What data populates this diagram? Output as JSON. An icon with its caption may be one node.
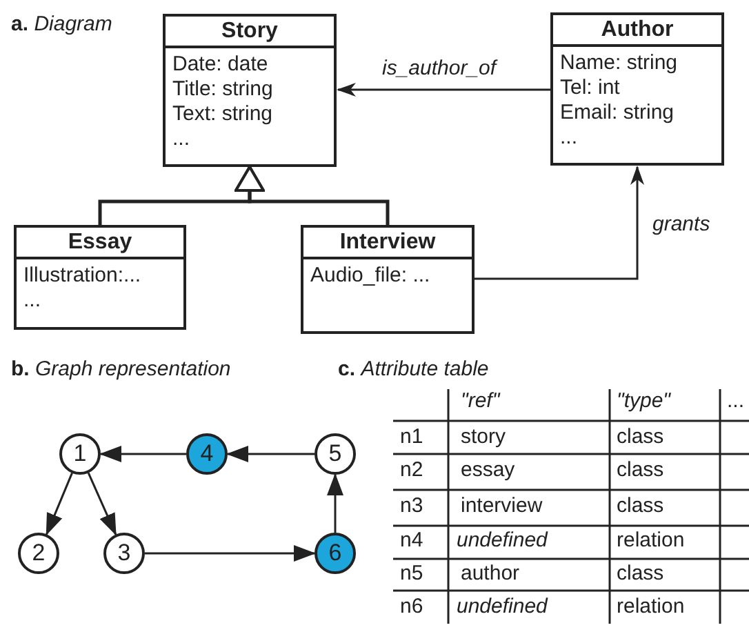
{
  "diagram": {
    "nodes": [
      {
        "text": [
          "Story",
          "Date: date",
          "Title: string",
          "Text: string",
          "..."
        ]
      },
      {
        "text": [
          "Author",
          "Name: string",
          "Tel: int",
          "Email: string",
          "..."
        ]
      },
      {
        "text": [
          "Essay",
          "Illustration:...",
          "..."
        ]
      },
      {
        "text": [
          "Interview",
          "Audio_file: ..."
        ]
      },
      {
        "text": [
          "1"
        ]
      },
      {
        "text": [
          "2"
        ]
      },
      {
        "text": [
          "3"
        ]
      },
      {
        "text": [
          "4"
        ]
      },
      {
        "text": [
          "5"
        ]
      },
      {
        "text": [
          "6"
        ]
      }
    ],
    "edges": [
      {
        "from": 1,
        "to": 0,
        "arrow": "to",
        "label": "is_author_of"
      },
      {
        "from": 2,
        "to": 0,
        "arrow": "to"
      },
      {
        "from": 3,
        "to": 0,
        "arrow": "to"
      },
      {
        "from": 3,
        "to": 1,
        "arrow": "to",
        "label": "grants"
      },
      {
        "from": 8,
        "to": 7,
        "arrow": "to"
      },
      {
        "from": 7,
        "to": 4,
        "arrow": "to"
      },
      {
        "from": 4,
        "to": 5,
        "arrow": "to"
      },
      {
        "from": 4,
        "to": 6,
        "arrow": "to"
      },
      {
        "from": 6,
        "to": 9,
        "arrow": "to"
      },
      {
        "from": 9,
        "to": 8,
        "arrow": "to"
      }
    ],
    "labels": [
      "**a.** *Diagram*",
      "**b.** *Graph representation*",
      "**c.** *Attribute table*",
      "\"ref\"",
      "\"type\"",
      "...",
      "n1",
      "story",
      "class",
      "n2",
      "essay",
      "class",
      "n3",
      "interview",
      "class",
      "n4",
      "undefined",
      "relation",
      "n5",
      "author",
      "class",
      "n6",
      "undefined",
      "relation"
    ]
  }
}
